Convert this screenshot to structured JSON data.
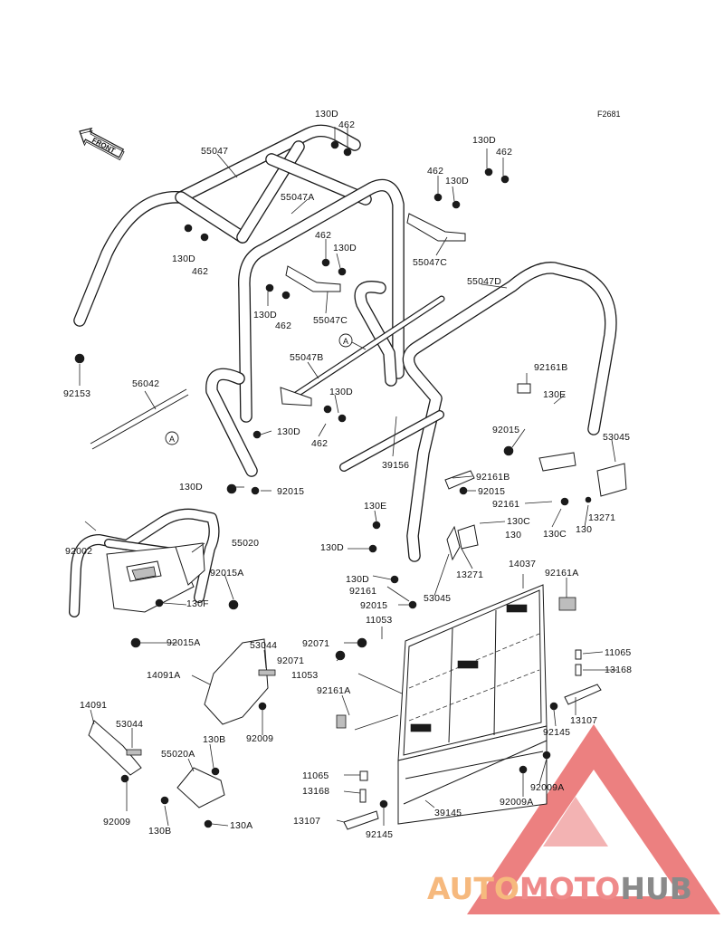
{
  "figure_code": "F2681",
  "front_label": "FRONT",
  "reference_marker": "A",
  "brand": {
    "part1": "AUTO",
    "part2": "MOTO",
    "part3": "HUB"
  },
  "colors": {
    "watermark_red": "#e35a5a",
    "watermark_orange": "#f5a75a",
    "watermark_gray": "#8a8a8a",
    "line": "#1a1a1a"
  },
  "labels": [
    "55047",
    "130D",
    "462",
    "130D",
    "462",
    "462",
    "130D",
    "55047A",
    "130D",
    "462",
    "462",
    "130D",
    "55047C",
    "130D",
    "462",
    "55047C",
    "92153",
    "56042",
    "55047B",
    "130D",
    "130D",
    "462",
    "55047D",
    "92161B",
    "130E",
    "92015",
    "53045",
    "39156",
    "130D",
    "92015",
    "92161B",
    "92015",
    "92161",
    "130E",
    "130C",
    "130C",
    "130",
    "13271",
    "130",
    "130D",
    "13271",
    "92002",
    "55020",
    "92015A",
    "130D",
    "92161",
    "130F",
    "53045",
    "14037",
    "92161A",
    "92015",
    "11053",
    "92015A",
    "53044",
    "92071",
    "92071",
    "11065",
    "14091A",
    "11053",
    "13168",
    "92161A",
    "13107",
    "92145",
    "14091",
    "53044",
    "92009",
    "130B",
    "55020A",
    "92009A",
    "11065",
    "92009A",
    "13168",
    "92009",
    "130B",
    "130A",
    "13107",
    "92145",
    "39145"
  ]
}
